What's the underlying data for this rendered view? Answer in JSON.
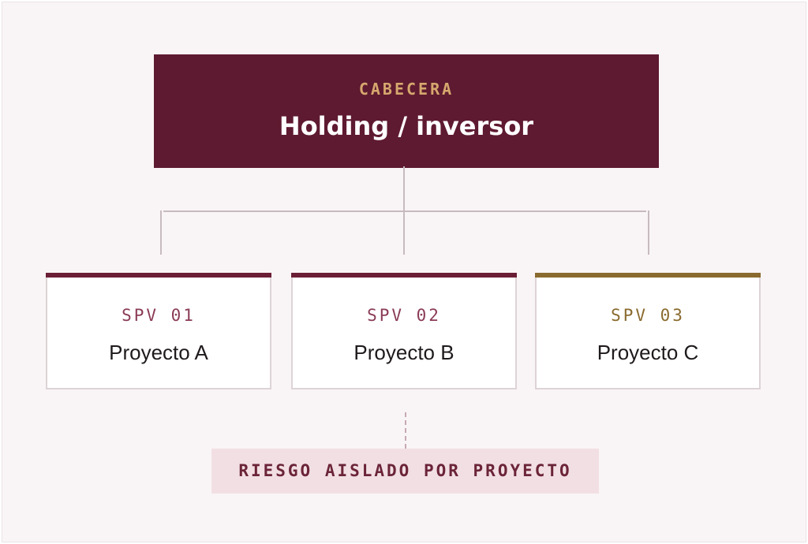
{
  "header": {
    "kicker": "CABECERA",
    "title": "Holding / inversor",
    "color": "#5e1a30",
    "kicker_color": "#d6a86e"
  },
  "spvs": [
    {
      "code": "SPV 01",
      "name": "Proyecto A",
      "accent": "#6b1f37"
    },
    {
      "code": "SPV 02",
      "name": "Proyecto B",
      "accent": "#6b1f37"
    },
    {
      "code": "SPV 03",
      "name": "Proyecto C",
      "accent": "#8a6a2e"
    }
  ],
  "note": {
    "label": "RIESGO AISLADO POR PROYECTO",
    "color": "#6b2438"
  }
}
